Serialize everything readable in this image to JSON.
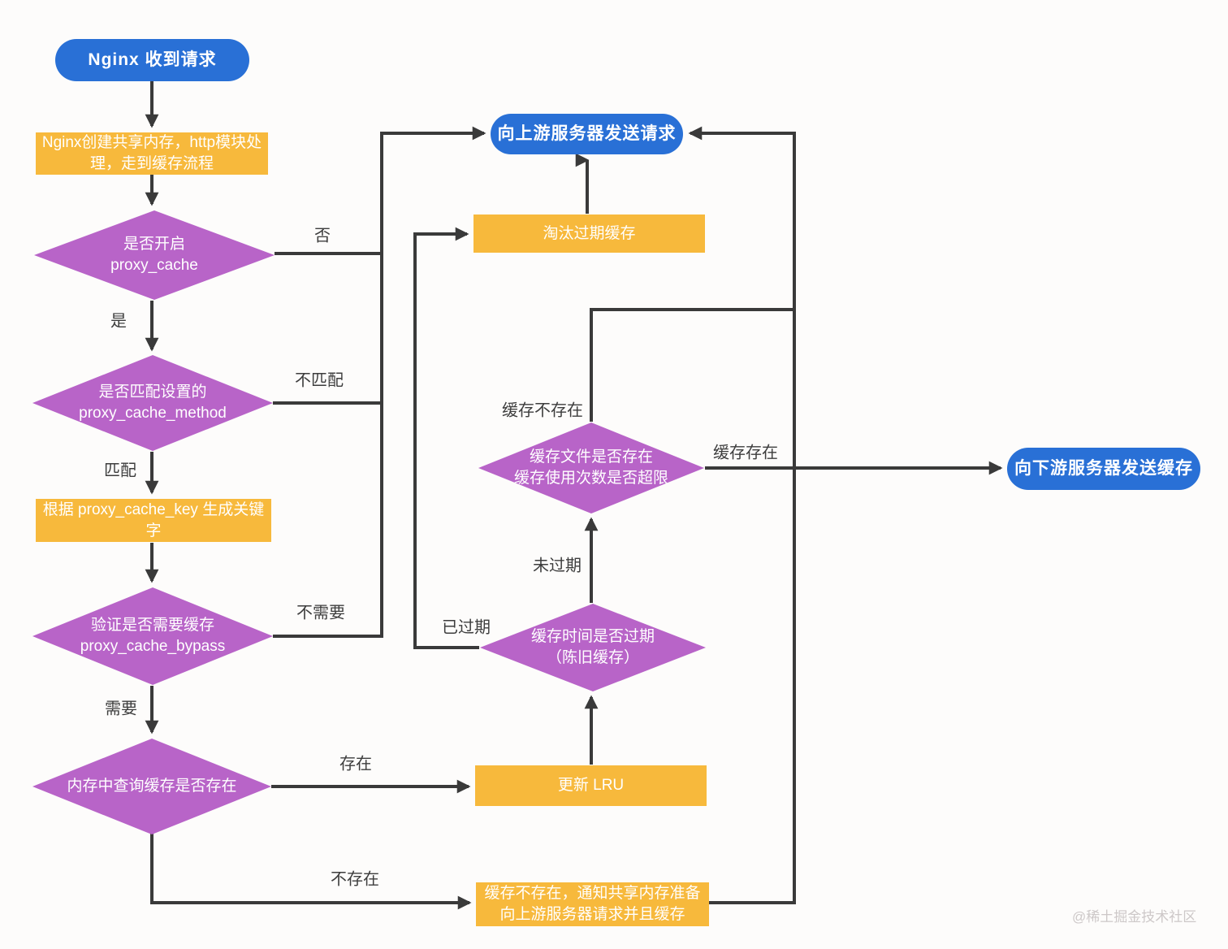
{
  "nodes": {
    "start": {
      "label": "Nginx 收到请求"
    },
    "create_shared_memory": {
      "label": "Nginx创建共享内存，http模块处理，走到缓存流程"
    },
    "proxy_cache_enabled": {
      "label": "是否开启\nproxy_cache"
    },
    "method_match": {
      "label": "是否匹配设置的\nproxy_cache_method"
    },
    "generate_key": {
      "label": "根据 proxy_cache_key 生成关键字"
    },
    "cache_bypass": {
      "label": "验证是否需要缓存\nproxy_cache_bypass"
    },
    "memory_lookup": {
      "label": "内存中查询缓存是否存在"
    },
    "send_upstream": {
      "label": "向上游服务器发送请求"
    },
    "evict_expired": {
      "label": "淘汰过期缓存"
    },
    "cache_file_check": {
      "label": "缓存文件是否存在\n缓存使用次数是否超限"
    },
    "cache_expired_check": {
      "label": "缓存时间是否过期\n（陈旧缓存）"
    },
    "update_lru": {
      "label": "更新 LRU"
    },
    "cache_missing_notify": {
      "label": "缓存不存在，通知共享内存准备向上游服务器请求并且缓存"
    },
    "send_downstream": {
      "label": "向下游服务器发送缓存"
    }
  },
  "edge_labels": {
    "no": "否",
    "yes": "是",
    "not_match": "不匹配",
    "match": "匹配",
    "no_need": "不需要",
    "need": "需要",
    "exists": "存在",
    "not_exists": "不存在",
    "cache_not_exists": "缓存不存在",
    "cache_exists": "缓存存在",
    "not_expired": "未过期",
    "expired": "已过期"
  },
  "watermark": "@稀土掘金技术社区",
  "colors": {
    "process_blue": "#2970d6",
    "process_yellow": "#f7b93c",
    "decision_purple": "#b864c8",
    "connector": "#3a3a3a",
    "background": "#fdfcfb"
  }
}
